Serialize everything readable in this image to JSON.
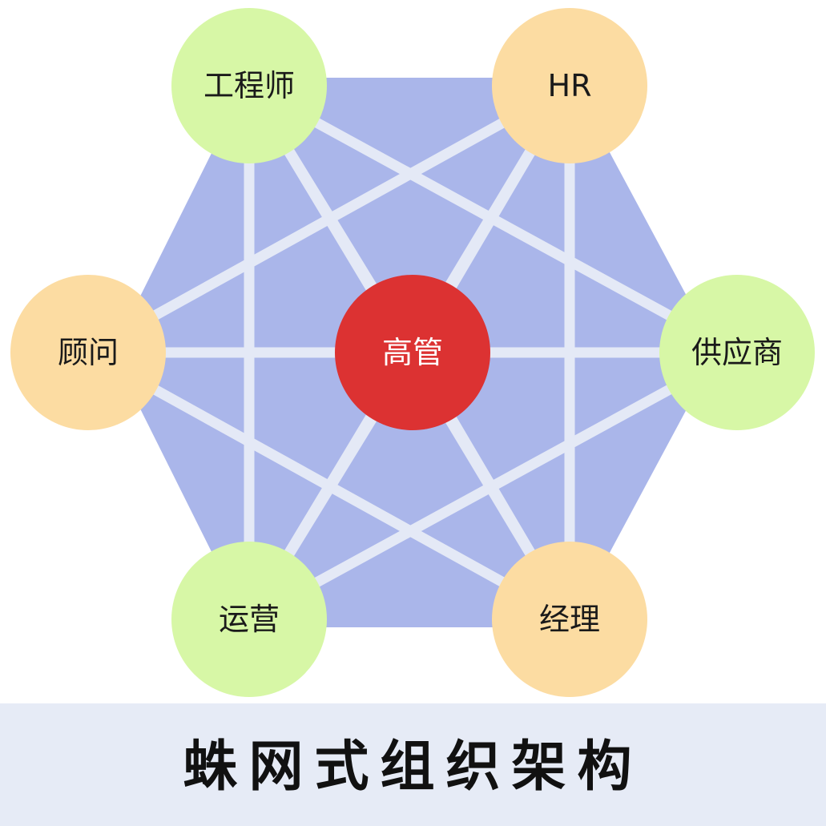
{
  "colors": {
    "hexagon": "#aab6ea",
    "connector": "#e4e9f6",
    "center": "#dc3232",
    "green": "#d7f7a6",
    "orange": "#fcdca2"
  },
  "diagram": {
    "center": {
      "label": "高管",
      "color": "center"
    },
    "nodes": [
      {
        "id": "engineer",
        "label": "工程师",
        "color": "green"
      },
      {
        "id": "hr",
        "label": "HR",
        "color": "orange"
      },
      {
        "id": "supplier",
        "label": "供应商",
        "color": "green"
      },
      {
        "id": "manager",
        "label": "经理",
        "color": "orange"
      },
      {
        "id": "operations",
        "label": "运营",
        "color": "green"
      },
      {
        "id": "consultant",
        "label": "顾问",
        "color": "orange"
      }
    ]
  },
  "footer": {
    "title": "蛛网式组织架构"
  }
}
